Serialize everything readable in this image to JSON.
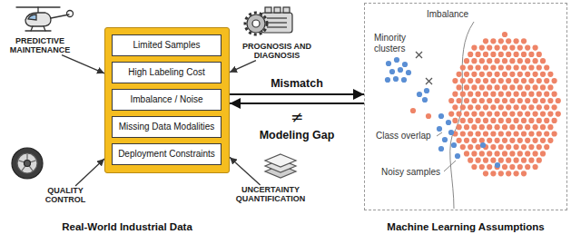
{
  "diagram": {
    "nodes": [
      {
        "text": [
          "PREDICTIVE MAINTENANCE"
        ]
      },
      {
        "text": [
          "PROGNOSIS AND DIAGNOSIS"
        ]
      },
      {
        "text": []
      },
      {
        "text": [
          "Limited Samples"
        ],
        "in": 2
      },
      {
        "text": [
          "High Labeling Cost"
        ],
        "in": 2
      },
      {
        "text": [
          "Imbalance / Noise"
        ],
        "in": 2
      },
      {
        "text": [
          "Missing Data Modalities"
        ],
        "in": 2
      },
      {
        "text": [
          "Deployment Constraints"
        ],
        "in": 2
      },
      {
        "text": [
          "QUALITY CONTROL"
        ]
      },
      {
        "text": [
          "UNCERTAINTY QUANTIFICATION"
        ]
      },
      {
        "text": [
          "Imbalance",
          "Minority clusters",
          "Class overlap",
          "Noisy samples"
        ]
      }
    ],
    "edges": [
      {
        "from": 0,
        "to": 2,
        "arrow": "to"
      },
      {
        "from": 1,
        "to": 2,
        "arrow": "to"
      },
      {
        "from": 8,
        "to": 2,
        "arrow": "to"
      },
      {
        "from": 9,
        "to": 2,
        "arrow": "to"
      },
      {
        "from": 2,
        "to": 10,
        "label": "Mismatch",
        "arrow": "to"
      },
      {
        "from": 10,
        "to": 2,
        "label": "Modeling Gap",
        "arrow": "to"
      }
    ],
    "labels": [
      "≠",
      "Real-World Industrial Data",
      "Machine Learning Assumptions"
    ]
  }
}
